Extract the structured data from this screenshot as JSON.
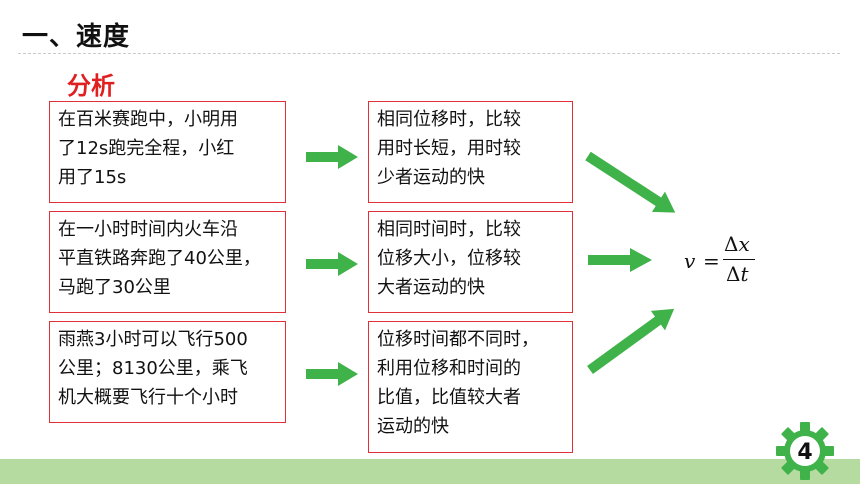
{
  "header": {
    "title": "一、速度",
    "subtitle": "分析"
  },
  "rows": [
    {
      "example": [
        "在百米赛跑中，小明用",
        "了12s跑完全程，小红",
        "用了15s"
      ],
      "method": [
        "相同位移时，比较",
        "用时长短，用时较",
        "少者运动的快"
      ]
    },
    {
      "example": [
        "在一小时时间内火车沿",
        "平直铁路奔跑了40公里，",
        "马跑了30公里"
      ],
      "method": [
        "相同时间时，比较",
        "位移大小，位移较",
        "大者运动的快"
      ]
    },
    {
      "example": [
        "雨燕3小时可以飞行500",
        "公里；8130公里，乘飞",
        "机大概要飞行十个小时"
      ],
      "method": [
        "位移时间都不同时，",
        "利用位移和时间的",
        "比值，比值较大者",
        "运动的快"
      ]
    }
  ],
  "formula": {
    "lhs": "v",
    "equals": "=",
    "delta": "Δ",
    "num_var": "x",
    "den_var": "t"
  },
  "page_number": "4",
  "colors": {
    "box_border": "#e0303a",
    "subtitle": "#e02020",
    "arrow": "#3fb24a",
    "footer_bar": "#b6dba0",
    "gear": "#3fb24a"
  },
  "icons": {
    "arrow": "green-arrow-icon",
    "gear": "gear-icon"
  }
}
